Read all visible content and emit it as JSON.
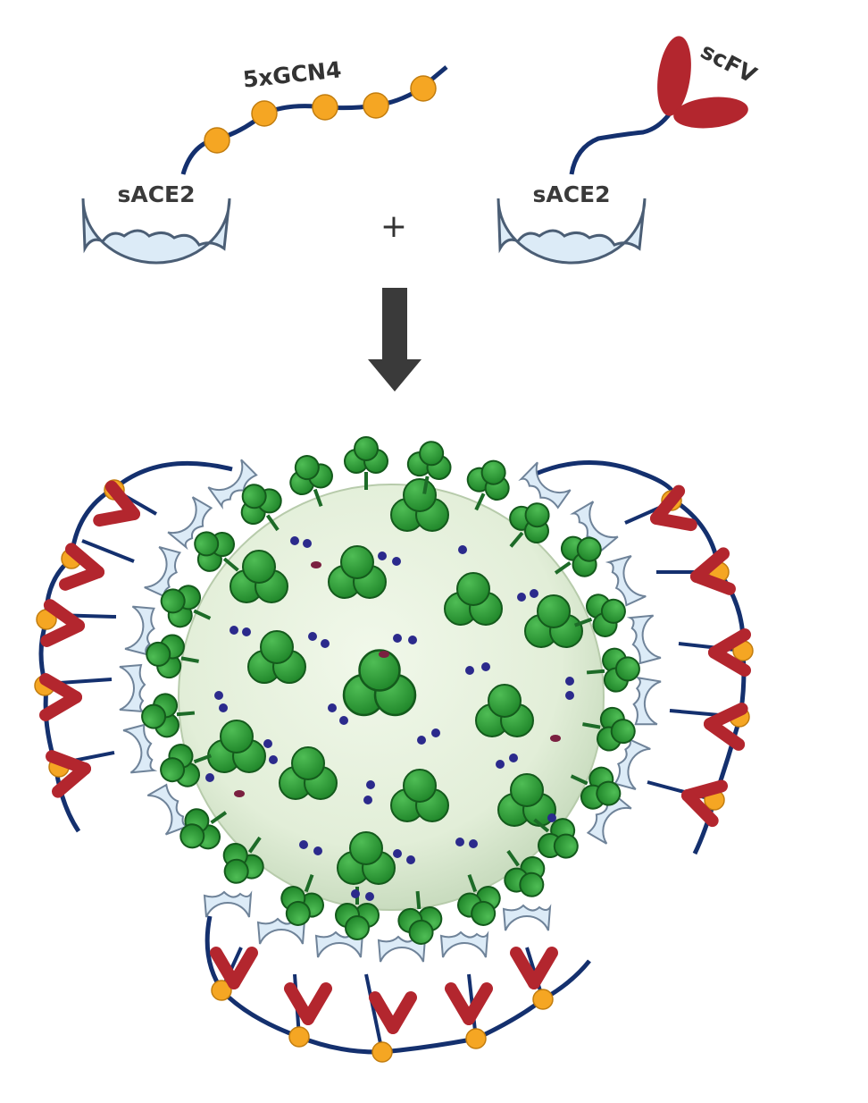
{
  "labels": {
    "gcn4": "5xGCN4",
    "scfv": "scFV",
    "sace2_left": "sACE2",
    "sace2_right": "sACE2",
    "plus": "+"
  },
  "colors": {
    "linker": "#14306e",
    "bead": "#f5a623",
    "scfv": "#b3262e",
    "ace2_fill": "#dcebf7",
    "ace2_stroke": "#4b5e75",
    "virion": "#e7f2dd",
    "spike": "#2f9a3a",
    "spike_dark": "#1d6b28",
    "arrow": "#3a3a3a"
  },
  "icons": {
    "arrow": "down-arrow-icon",
    "spike": "spike-protein-icon",
    "receptor": "sace2-receptor-icon",
    "antibody": "scfv-antibody-icon",
    "bead": "gcn4-bead-icon"
  }
}
